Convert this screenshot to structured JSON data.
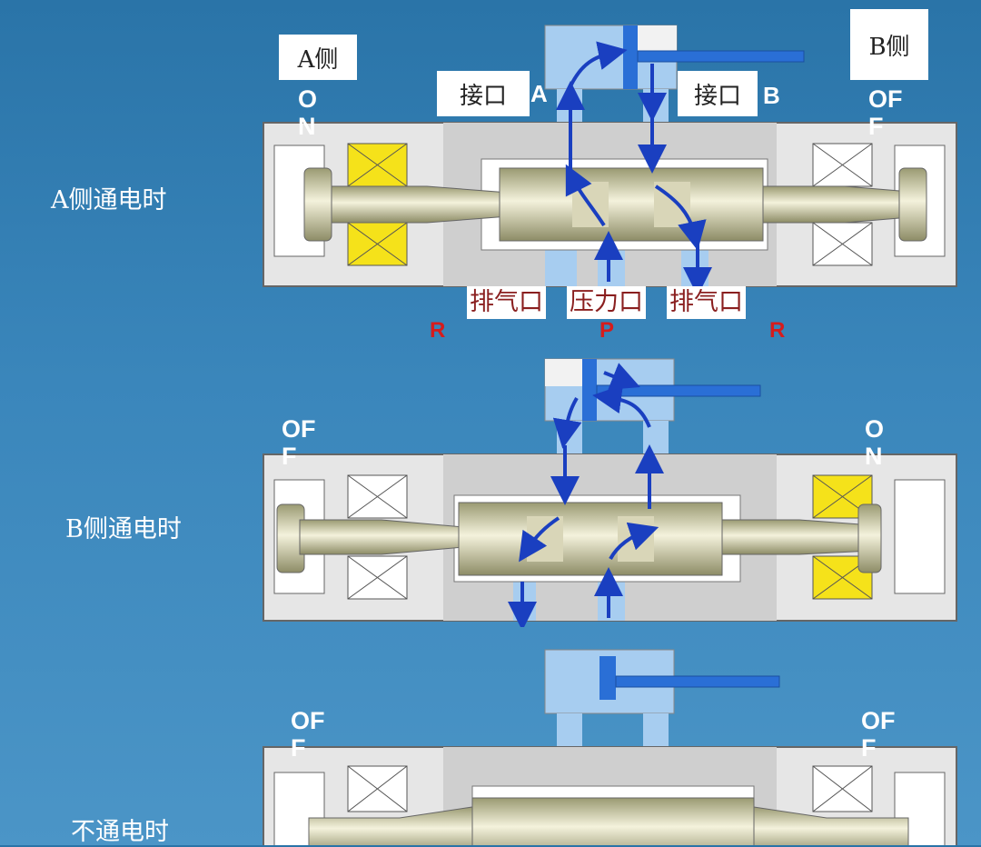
{
  "labels": {
    "a_side": "A侧",
    "b_side": "B侧",
    "port_a_label": "接口",
    "port_b_label": "接口",
    "port_a": "A",
    "port_b": "B",
    "exhaust_left": "排气口",
    "pressure": "压力口",
    "exhaust_right": "排气口",
    "r_left": "R",
    "p_mark": "P",
    "r_right": "R"
  },
  "states": [
    {
      "label": "A侧通电时",
      "left_coil": "ON",
      "right_coil": "OFF"
    },
    {
      "label": "B侧通电时",
      "left_coil": "OFF",
      "right_coil": "ON"
    },
    {
      "label": "不通电时",
      "left_coil": "OFF",
      "right_coil": "OFF"
    }
  ],
  "colors": {
    "energized_coil": "#f5e21a",
    "flow_arrow": "#1a3fc0",
    "air_channel": "#a7cdf0",
    "body": "#e6e6e6"
  }
}
